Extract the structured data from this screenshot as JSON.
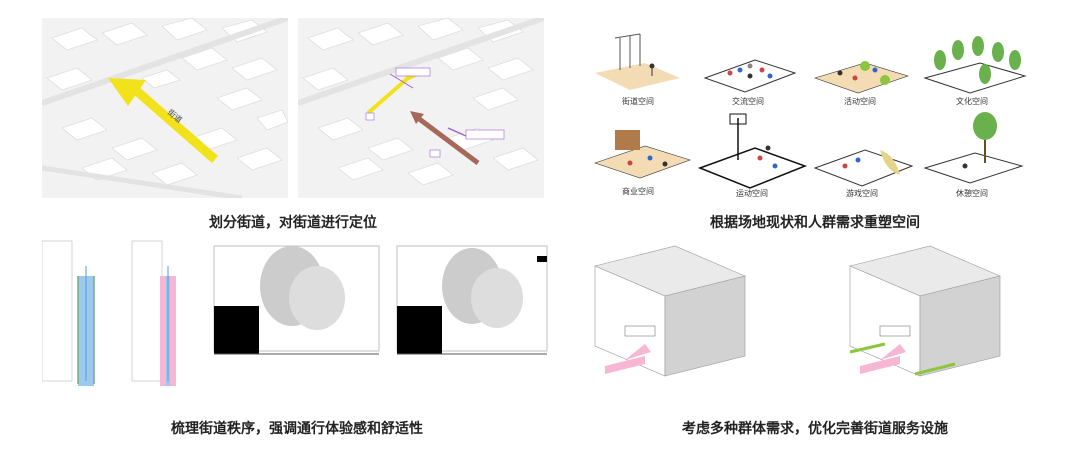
{
  "captions": {
    "q1": "划分街道，对街道进行定位",
    "q2": "根据场地现状和人群需求重塑空间",
    "q3": "梳理街道秩序，强调通行体验感和舒适性",
    "q4": "考虑多种群体需求，优化完善街道服务设施"
  },
  "spaces": [
    "街道空间",
    "交流空间",
    "活动空间",
    "文化空间",
    "商业空间",
    "运动空间",
    "游戏空间",
    "休憩空间"
  ],
  "colors": {
    "yellow": "#f2e21b",
    "brown": "#a5685a",
    "plaza": "#f3dcb4",
    "blue": "#9ec9ee",
    "pink": "#f7b6d4",
    "green": "#8cc63f"
  }
}
